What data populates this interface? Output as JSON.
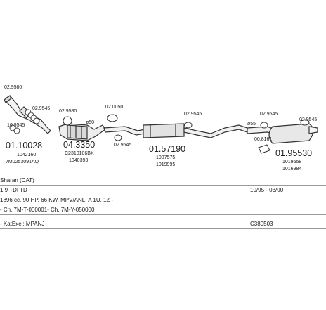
{
  "parts": {
    "p_clamp_top": "02.9580",
    "p_gasket_a": "02.9545",
    "p_gasket_b": "10.9545",
    "p_main_01": "01.10028",
    "p_main_01_sub1": "1042160",
    "p_main_01_sub2": "7M0253091AQ",
    "p_clamp_cat": "02.9580",
    "p_cat": "04.3350",
    "p_cat_sub1": "C2310106BX",
    "p_cat_sub2": "1040393",
    "p_cat_dia": "ø50",
    "p_clamp_mid": "02.0050",
    "p_gasket_mid": "02.9545",
    "p_middle": "01.57190",
    "p_middle_sub1": "1087575",
    "p_middle_sub2": "1019995",
    "p_clamp_mid2": "02.9545",
    "p_dia2": "ø55",
    "p_clamp_rear": "02.9545",
    "p_hanger": "00.8161",
    "p_clamp_end": "02.9545",
    "p_rear": "01.95530",
    "p_rear_sub1": "1019558",
    "p_rear_sub2": "1016984"
  },
  "spec": {
    "row1": "Sharan (CAT)",
    "row2_left": "1.9 TDI TD",
    "row2_right": "10/95 - 03/00",
    "row3": "1896 cc, 90 HP, 66 KW, MPV/ANL, A 1U, 1Z -",
    "row4": "- Ch. 7M-T-000001- Ch. 7M-Y-050000",
    "row5_left": "- KatExel: MPANJ",
    "row5_right": "C380503"
  }
}
